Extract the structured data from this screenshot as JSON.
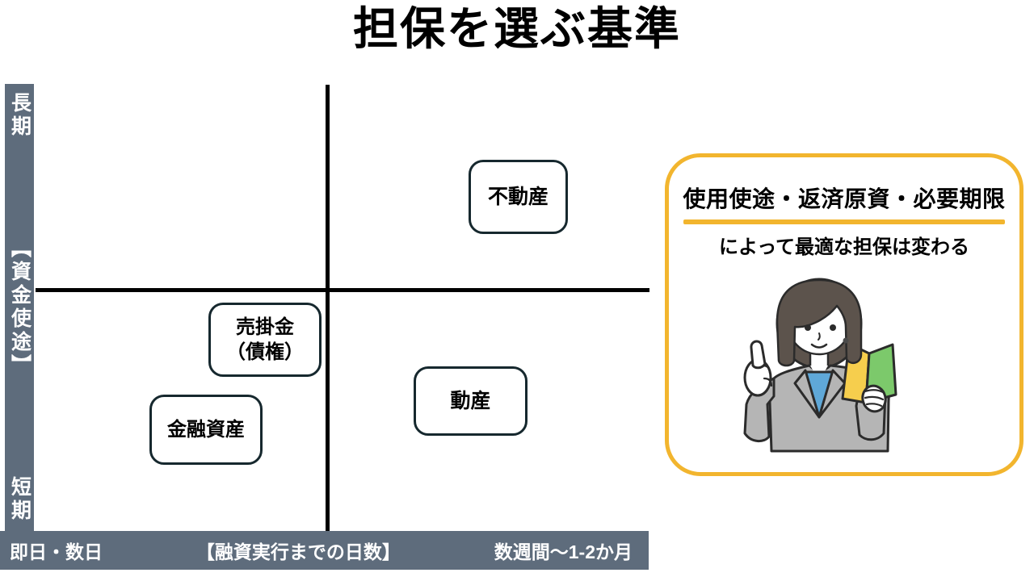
{
  "title": "担保を選ぶ基準",
  "matrix": {
    "y_axis_label_top": "長期",
    "y_axis_label_center": "【資金使途】",
    "y_axis_label_bottom": "短期",
    "x_axis_label_left": "即日・数日",
    "x_axis_label_center": "【融資実行までの日数】",
    "x_axis_label_right": "数週間〜1-2か月",
    "items": [
      {
        "label": "不動産",
        "position": "長期・数週間〜1-2か月"
      },
      {
        "label": "売掛金\n（債権）",
        "position": "短期・即日・数日"
      },
      {
        "label": "金融資産",
        "position": "短期・即日・数日"
      },
      {
        "label": "動産",
        "position": "短期・数週間〜1-2か月"
      }
    ]
  },
  "callout": {
    "heading": "使用使途・返済原資・必要期限",
    "subheading": "によって最適な担保は変わる",
    "illustration": "woman-pointing-with-open-bankbook"
  },
  "colors": {
    "axis_bar_bg": "#5E6C7C",
    "axis_line": "#000000",
    "accent_yellow": "#F2B52E",
    "item_box_border": "#16282E",
    "bar_text": "#FFFFFF"
  }
}
